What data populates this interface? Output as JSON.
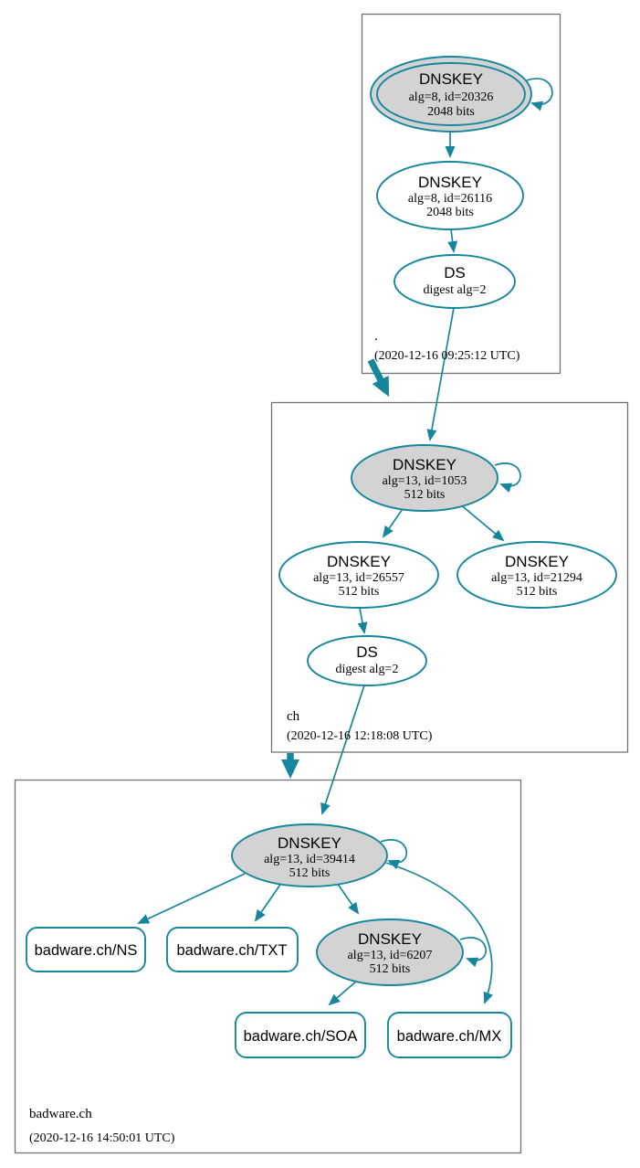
{
  "diagram_type": "dnssec-authentication-chain",
  "colors": {
    "edge_teal": "#16869c",
    "node_fill_gray": "#d3d3d3",
    "node_fill_white": "#ffffff",
    "zone_box_border": "#737373"
  },
  "zones": {
    "root": {
      "label": ".",
      "timestamp": "(2020-12-16 09:25:12 UTC)",
      "ksk": {
        "title": "DNSKEY",
        "line1": "alg=8, id=20326",
        "line2": "2048 bits"
      },
      "zsk": {
        "title": "DNSKEY",
        "line1": "alg=8, id=26116",
        "line2": "2048 bits"
      },
      "ds": {
        "title": "DS",
        "line1": "digest alg=2"
      }
    },
    "ch": {
      "label": "ch",
      "timestamp": "(2020-12-16 12:18:08 UTC)",
      "ksk": {
        "title": "DNSKEY",
        "line1": "alg=13, id=1053",
        "line2": "512 bits"
      },
      "zsk1": {
        "title": "DNSKEY",
        "line1": "alg=13, id=26557",
        "line2": "512 bits"
      },
      "zsk2": {
        "title": "DNSKEY",
        "line1": "alg=13, id=21294",
        "line2": "512 bits"
      },
      "ds": {
        "title": "DS",
        "line1": "digest alg=2"
      }
    },
    "badware": {
      "label": "badware.ch",
      "timestamp": "(2020-12-16 14:50:01 UTC)",
      "ksk": {
        "title": "DNSKEY",
        "line1": "alg=13, id=39414",
        "line2": "512 bits"
      },
      "zsk": {
        "title": "DNSKEY",
        "line1": "alg=13, id=6207",
        "line2": "512 bits"
      },
      "rrsets": {
        "ns": "badware.ch/NS",
        "txt": "badware.ch/TXT",
        "soa": "badware.ch/SOA",
        "mx": "badware.ch/MX"
      }
    }
  }
}
